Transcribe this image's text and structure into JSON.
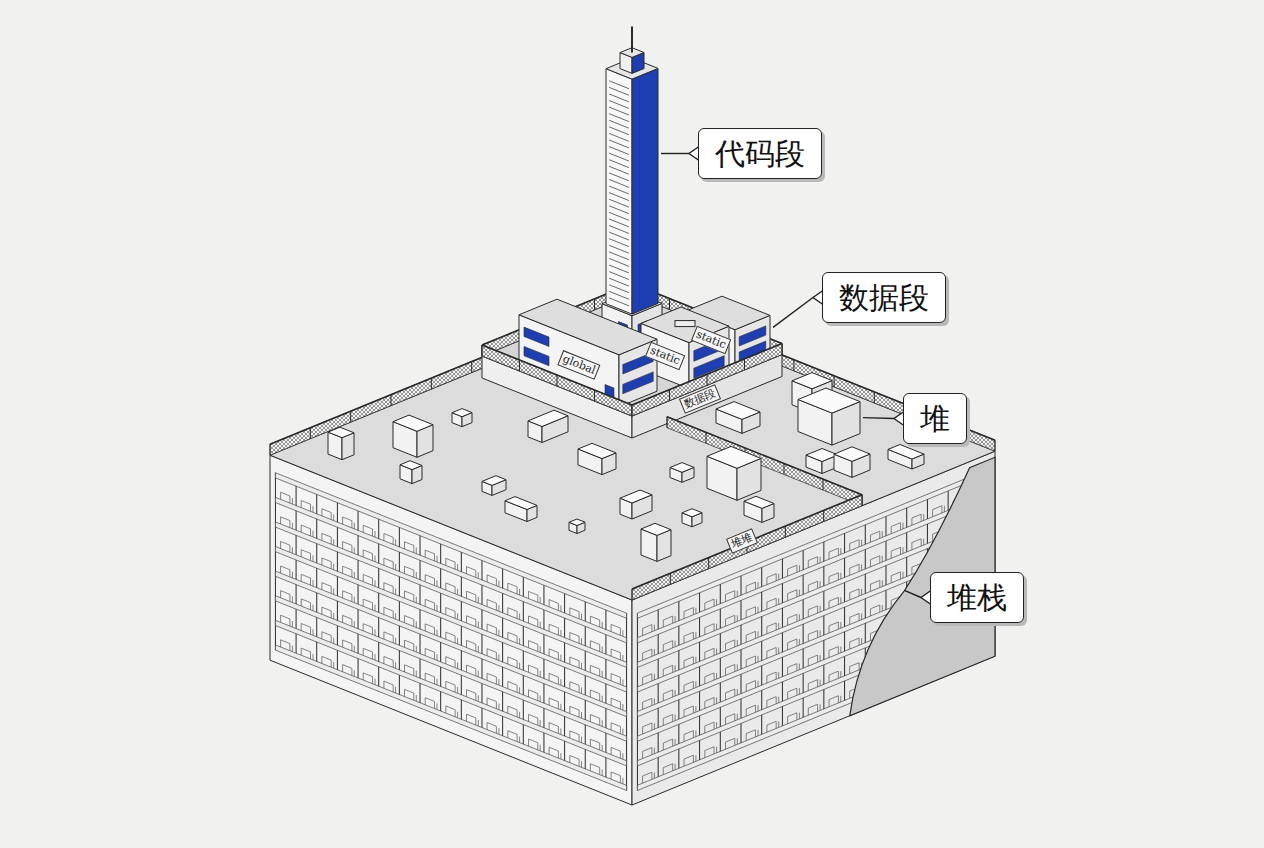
{
  "diagram": {
    "nodes": [
      {
        "text": [
          "代码段"
        ]
      },
      {
        "text": [
          "数据段"
        ]
      },
      {
        "text": [
          "堆"
        ]
      },
      {
        "text": [
          "堆栈"
        ]
      }
    ],
    "labels": [
      "global",
      "static",
      "static",
      "数据段",
      "堆堆"
    ]
  }
}
